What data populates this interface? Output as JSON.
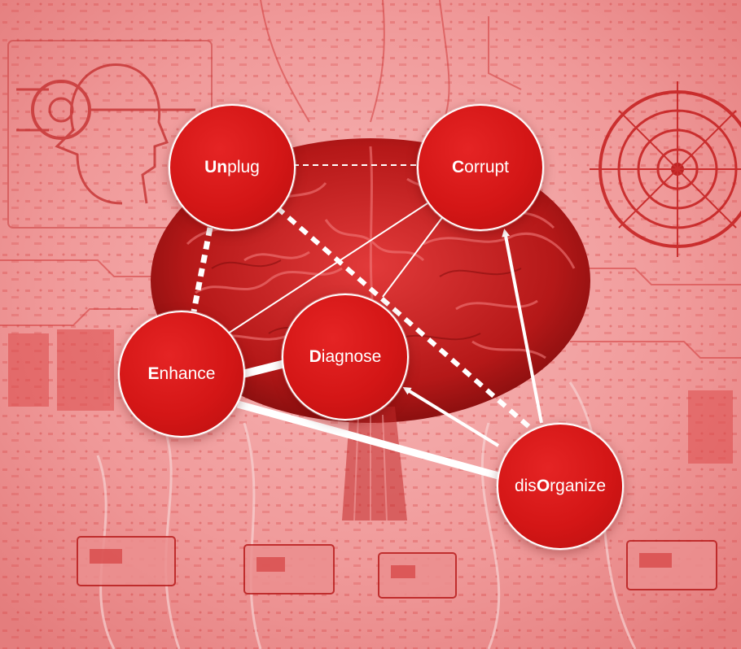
{
  "diagram": {
    "nodes": [
      {
        "id": "unplug",
        "bold": "Un",
        "rest": "plug"
      },
      {
        "id": "corrupt",
        "bold": "C",
        "rest": "orrupt"
      },
      {
        "id": "enhance",
        "bold": "E",
        "rest": "nhance"
      },
      {
        "id": "diagnose",
        "bold": "D",
        "rest": "iagnose"
      },
      {
        "id": "disorganize",
        "pre": "dis",
        "bold": "O",
        "rest": "rganize"
      }
    ],
    "edges": [
      {
        "from": "unplug",
        "to": "corrupt",
        "style": "dashed-thin"
      },
      {
        "from": "unplug",
        "to": "enhance",
        "style": "dashed-thick"
      },
      {
        "from": "unplug",
        "to": "disorganize",
        "style": "dashed-thick"
      },
      {
        "from": "corrupt",
        "to": "enhance",
        "style": "solid-thin"
      },
      {
        "from": "corrupt",
        "to": "diagnose",
        "style": "solid-thin"
      },
      {
        "from": "enhance",
        "to": "diagnose",
        "style": "solid-thick"
      },
      {
        "from": "enhance",
        "to": "disorganize",
        "style": "solid-thick"
      },
      {
        "from": "disorganize",
        "to": "diagnose",
        "style": "arrow"
      },
      {
        "from": "disorganize",
        "to": "corrupt",
        "style": "arrow"
      }
    ],
    "colors": {
      "node_fill": "#d41616",
      "node_border": "#ffffff",
      "edge": "#ffffff",
      "background_tint": "#f19a9a"
    }
  }
}
